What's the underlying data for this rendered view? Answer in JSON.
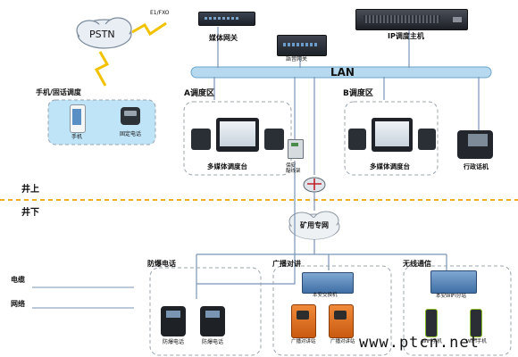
{
  "nodes": {
    "pstn": "PSTN",
    "e1_fxo": "E1/FXO",
    "media_gateway": "媒体网关",
    "ip_dispatch_host": "IP调度主机",
    "voice_gateway": "語音网关",
    "lan": "LAN",
    "mobile_fixed_dispatch": "手机/固话调度",
    "mobile": "手机",
    "fixed_phone": "固定电话",
    "zone_a": "A调度区",
    "zone_b": "B调度区",
    "console_a": "多媒体调度台",
    "console_b": "多媒体调度台",
    "admin_phone": "行政话机",
    "safety_switch": "保安\n配线架",
    "mine_network": "矿用专网",
    "explosion_phones_group": "防爆电话",
    "explosion_phone_1": "防爆电话",
    "explosion_phone_2": "防爆电话",
    "broadcast_group": "广播对讲",
    "local_switch": "本安交换机",
    "broadcast_1": "广播对讲站",
    "broadcast_2": "广播对讲站",
    "wireless_group": "无线通信",
    "wifi_station": "本安WIFI分站",
    "wifi_phone_1": "WIFI手机",
    "wifi_phone_2": "WIFI手机"
  },
  "zones": {
    "above": "井上",
    "below": "井下"
  },
  "legend": {
    "cable": "电缆",
    "network": "网络"
  },
  "watermark": "www.ptcn.net"
}
